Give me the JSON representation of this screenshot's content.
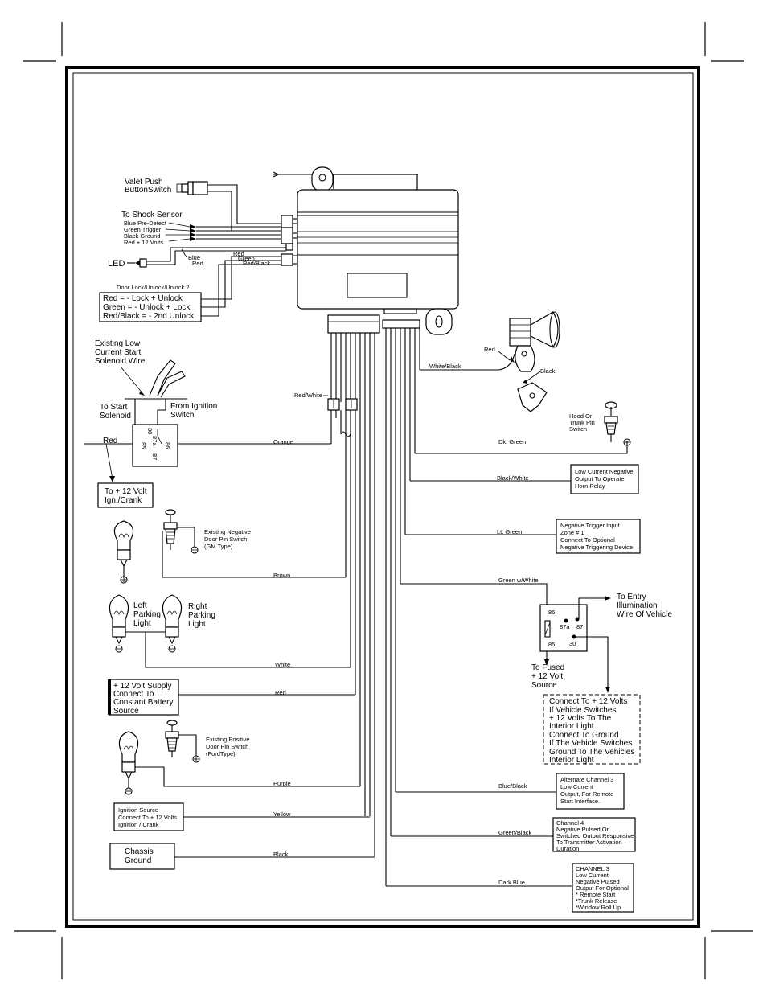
{
  "valet": {
    "label_1": "Valet Push",
    "label_2": "ButtonSwitch"
  },
  "shock": {
    "title": "To Shock Sensor",
    "w1": "Blue Pre-Detect",
    "w2": "Green Trigger",
    "w3": "Black Ground",
    "w4": "Red + 12 Volts"
  },
  "led": {
    "label": "LED",
    "w_blue": "Blue",
    "w_red": "Red"
  },
  "lock_wires": {
    "red": "Red",
    "green": "Green",
    "redblack": "Red/Black"
  },
  "door_lock": {
    "title": "Door Lock/Unlock/Unlock 2",
    "l1": "Red =  - Lock + Unlock",
    "l2": "Green =  - Unlock + Lock",
    "l3": "Red/Black =  - 2nd Unlock"
  },
  "starter": {
    "l1": "Existing Low",
    "l2": "Current Start",
    "l3": "Solenoid Wire",
    "to_start_1": "To Start",
    "to_start_2": "Solenoid",
    "from_ign_1": "From Ignition",
    "from_ign_2": "Switch",
    "red": "Red",
    "redwhite": "Red/White",
    "orange": "Orange",
    "ign_1": "To + 12 Volt",
    "ign_2": "Ign./Crank"
  },
  "relay1": {
    "p30": "30",
    "p87a": "87a",
    "p87": "87",
    "p85": "85",
    "p86": "86"
  },
  "siren": {
    "red": "Red",
    "black": "Black",
    "whiteblack": "White/Black"
  },
  "hood": {
    "l1": "Hood Or",
    "l2": "Trunk Pin",
    "l3": "Switch",
    "wire": "Dk. Green"
  },
  "horn": {
    "wire": "Black/White",
    "l1": "Low Current Negative",
    "l2": "Output To Operate",
    "l3": "Horn Relay"
  },
  "zone": {
    "wire": "Lt. Green",
    "l1": "Negative Trigger Input",
    "l2": "Zone # 1",
    "l3": "Connect To Optional",
    "l4": "Negative Triggering Device"
  },
  "gm": {
    "l1": "Existing Negative",
    "l2": "Door Pin Switch",
    "l3": "(GM Type)",
    "wire": "Brown"
  },
  "parking": {
    "left_1": "Left",
    "left_2": "Parking",
    "left_3": "Light",
    "right_1": "Right",
    "right_2": "Parking",
    "right_3": "Light",
    "wire": "White"
  },
  "entry": {
    "wire": "Green w/White",
    "to_1": "To Entry",
    "to_2": "Illumination",
    "to_3": "Wire Of Vehicle",
    "fused_1": "To Fused",
    "fused_2": "+ 12 Volt",
    "fused_3": "Source",
    "p86": "86",
    "p87a": "87a",
    "p87": "87",
    "p85": "85",
    "p30": "30"
  },
  "interior": {
    "l1": "Connect To + 12 Volts",
    "l2": "If Vehicle Switches",
    "l3": "+ 12 Volts To The",
    "l4": "Interior Light",
    "l5": "Connect To Ground",
    "l6": "If The Vehicle Switches",
    "l7": "Ground To The Vehicles",
    "l8": "Interior Light"
  },
  "battery": {
    "l1": "+ 12 Volt Supply",
    "l2": "Connect To",
    "l3": "Constant Battery",
    "l4": "Source",
    "wire": "Red"
  },
  "ford": {
    "l1": "Existing Positive",
    "l2": "Door Pin Switch",
    "l3": "(FordType)",
    "wire": "Purple"
  },
  "ch3alt": {
    "wire": "Blue/Black",
    "l1": "Alternate Channel 3",
    "l2": "Low Current",
    "l3": "Output, For Remote",
    "l4": "Start Interface."
  },
  "ignsrc": {
    "l1": "Ignition Source",
    "l2": "Connect To + 12 Volts",
    "l3": "Ignition / Crank",
    "wire": "Yellow"
  },
  "ch4": {
    "wire": "Green/Black",
    "l1": "Channel 4",
    "l2": "Negative Pulsed Or",
    "l3": "Switched Output Responsive",
    "l4": "To Transmitter Activation",
    "l5": "Duration"
  },
  "chassis": {
    "l1": "Chassis",
    "l2": "Ground",
    "wire": "Black"
  },
  "ch3": {
    "wire": "Dark Blue",
    "l1": "CHANNEL 3",
    "l2": "Low Current",
    "l3": "Negative Pulsed",
    "l4": "Output For Optional",
    "l5": "* Remote Start",
    "l6": "*Trunk Release",
    "l7": "*Window Roll Up"
  }
}
